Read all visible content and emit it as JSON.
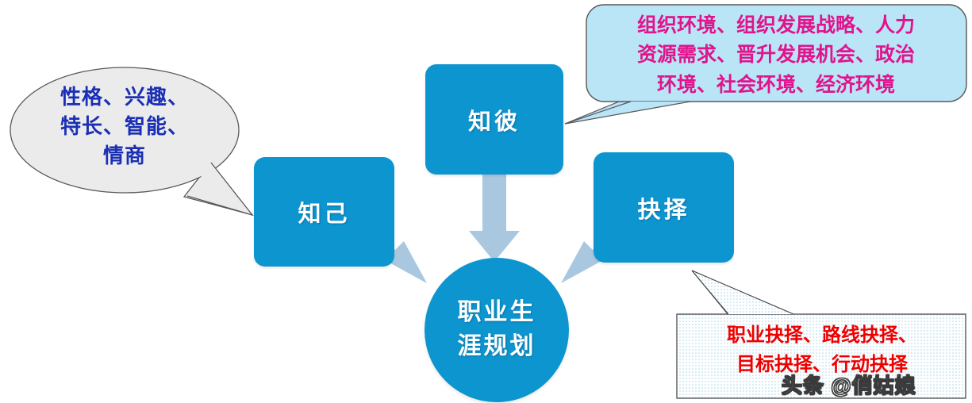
{
  "colors": {
    "node_blue": "#0d95d0",
    "arrow_blue": "#a9c8e0",
    "callout_cyan_fill": "#b9e5f7",
    "callout_cyan_text": "#e0148c",
    "bubble_fill": "#ebebeb",
    "bubble_text": "#1a2fb5",
    "dotted_text": "#ef0000",
    "outline": "#595959"
  },
  "nodes": {
    "self_knowledge": {
      "label": "知己"
    },
    "other_knowledge": {
      "label": "知彼"
    },
    "decision": {
      "label": "抉择"
    },
    "center": {
      "line1": "职业生",
      "line2": "涯规划"
    }
  },
  "callouts": {
    "left_bubble": {
      "line1": "性格、兴趣、",
      "line2": "特长、智能、",
      "line3": "情商"
    },
    "top_right": {
      "line1": "组织环境、组织发展战略、人力",
      "line2": "资源需求、晋升发展机会、政治",
      "line3": "环境、社会环境、经济环境"
    },
    "bottom_right": {
      "line1": "职业抉择、路线抉择、",
      "line2": "目标抉择、行动抉择"
    }
  },
  "watermark": {
    "text": "头条 @俏姑娘"
  }
}
